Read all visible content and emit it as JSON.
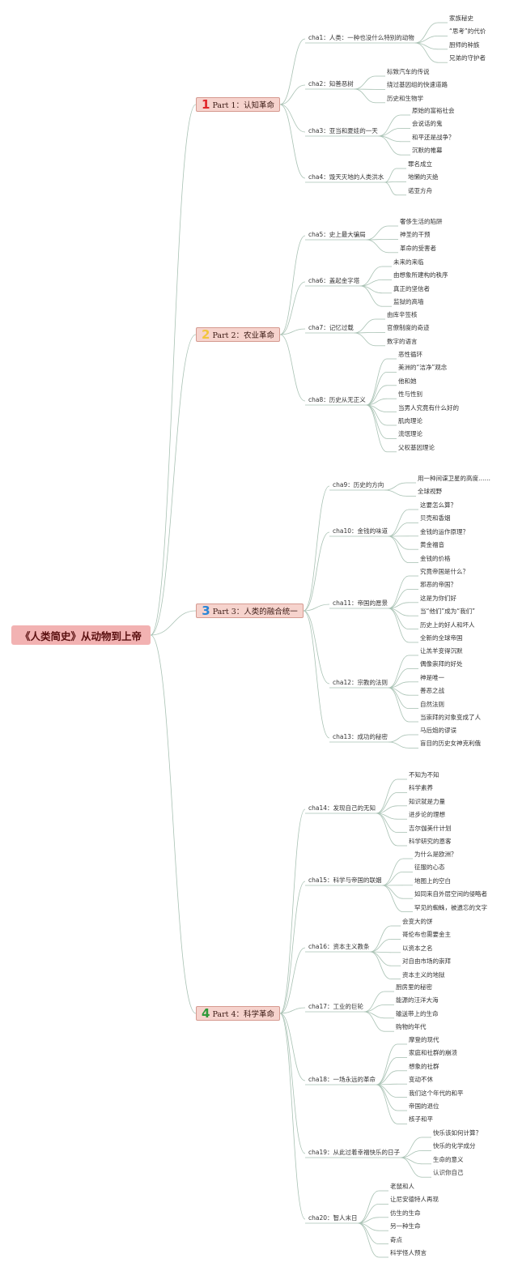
{
  "root": "《人类简史》从动物到上帝",
  "colors": {
    "part1": "#e0262a",
    "part2": "#f2c53d",
    "part3": "#2a86d6",
    "part4": "#2f9a3a",
    "line": "#a9c2b4",
    "rootbg": "#f2b2b2",
    "partbg": "#f6d3cd"
  },
  "parts": [
    {
      "num": "1",
      "label": "Part 1：认知革命",
      "chapters": [
        {
          "label": "cha1：人类：一种也没什么特别的动物",
          "items": [
            "家族秘史",
            "“思考”的代价",
            "厨师的种族",
            "兄弟的守护者"
          ]
        },
        {
          "label": "cha2：知善恶树",
          "items": [
            "标致汽车的传说",
            "绕过基因组的快速道路",
            "历史和生物学"
          ]
        },
        {
          "label": "cha3：亚当和夏娃的一天",
          "items": [
            "原始的富裕社会",
            "会说话的鬼",
            "和平还是战争？",
            "沉默的帷幕"
          ]
        },
        {
          "label": "cha4：毁天灭地的人类洪水",
          "items": [
            "罪名成立",
            "地懒的灭绝",
            "诺亚方舟"
          ]
        }
      ]
    },
    {
      "num": "2",
      "label": "Part 2：农业革命",
      "chapters": [
        {
          "label": "cha5：史上最大骗局",
          "items": [
            "奢侈生活的陷阱",
            "神圣的干预",
            "革命的受害者"
          ]
        },
        {
          "label": "cha6：盖起金字塔",
          "items": [
            "未来的来临",
            "由想象所建构的秩序",
            "真正的坚信者",
            "监狱的高墙"
          ]
        },
        {
          "label": "cha7：记忆过载",
          "items": [
            "由库辛签核",
            "官僚制度的奇迹",
            "数字的语言"
          ]
        },
        {
          "label": "cha8：历史从无正义",
          "items": [
            "恶性循环",
            "美洲的“洁净”观念",
            "他和她",
            "性与性别",
            "当男人究竟有什么好的",
            "肌肉理论",
            "流氓理论",
            "父权基因理论"
          ]
        }
      ]
    },
    {
      "num": "3",
      "label": "Part 3：人类的融合统一",
      "chapters": [
        {
          "label": "cha9：历史的方向",
          "items": [
            "用一种间谍卫星的高度……",
            "全球视野"
          ]
        },
        {
          "label": "cha10：金钱的味道",
          "items": [
            "这要怎么算？",
            "贝壳和香烟",
            "金钱的运作原理？",
            "黄金福音",
            "金钱的价格"
          ]
        },
        {
          "label": "cha11：帝国的愿景",
          "items": [
            "究竟帝国是什么？",
            "邪恶的帝国？",
            "这是为你们好",
            "当“他们”成为“我们”",
            "历史上的好人和坏人",
            "全新的全球帝国"
          ]
        },
        {
          "label": "cha12：宗教的法则",
          "items": [
            "让羔羊变得沉默",
            "偶像崇拜的好处",
            "神是唯一",
            "善恶之战",
            "自然法则",
            "当崇拜的对象变成了人"
          ]
        },
        {
          "label": "cha13：成功的秘密",
          "items": [
            "马后炮的谬误",
            "盲目的历史女神克利俄"
          ]
        }
      ]
    },
    {
      "num": "4",
      "label": "Part 4：科学革命",
      "chapters": [
        {
          "label": "cha14：发现自己的无知",
          "items": [
            "不知为不知",
            "科学素养",
            "知识就是力量",
            "进步论的理想",
            "吉尔伽美什计划",
            "科学研究的恩客"
          ]
        },
        {
          "label": "cha15：科学与帝国的联姻",
          "items": [
            "为什么是欧洲？",
            "征服的心态",
            "地图上的空白",
            "如同来自外层空间的侵略者",
            "罕见的蜘蛛，被遗忘的文字"
          ]
        },
        {
          "label": "cha16：资本主义教条",
          "items": [
            "会变大的饼",
            "哥伦布也需要金主",
            "以资本之名",
            "对自由市场的崇拜",
            "资本主义的地狱"
          ]
        },
        {
          "label": "cha17：工业的巨轮",
          "items": [
            "厨房里的秘密",
            "能源的汪洋大海",
            "输送带上的生命",
            "购物的年代"
          ]
        },
        {
          "label": "cha18：一场永远的革命",
          "items": [
            "摩登的现代",
            "家庭和社群的崩溃",
            "想象的社群",
            "变动不休",
            "我们这个年代的和平",
            "帝国的退位",
            "核子和平"
          ]
        },
        {
          "label": "cha19：从此过着幸福快乐的日子",
          "items": [
            "快乐该如何计算？",
            "快乐的化学成分",
            "生命的意义",
            "认识你自己"
          ]
        },
        {
          "label": "cha20：智人末日",
          "items": [
            "老鼠和人",
            "让尼安德特人再现",
            "仿生的生命",
            "另一种生命",
            "奇点",
            "科学怪人预言"
          ]
        }
      ]
    }
  ]
}
